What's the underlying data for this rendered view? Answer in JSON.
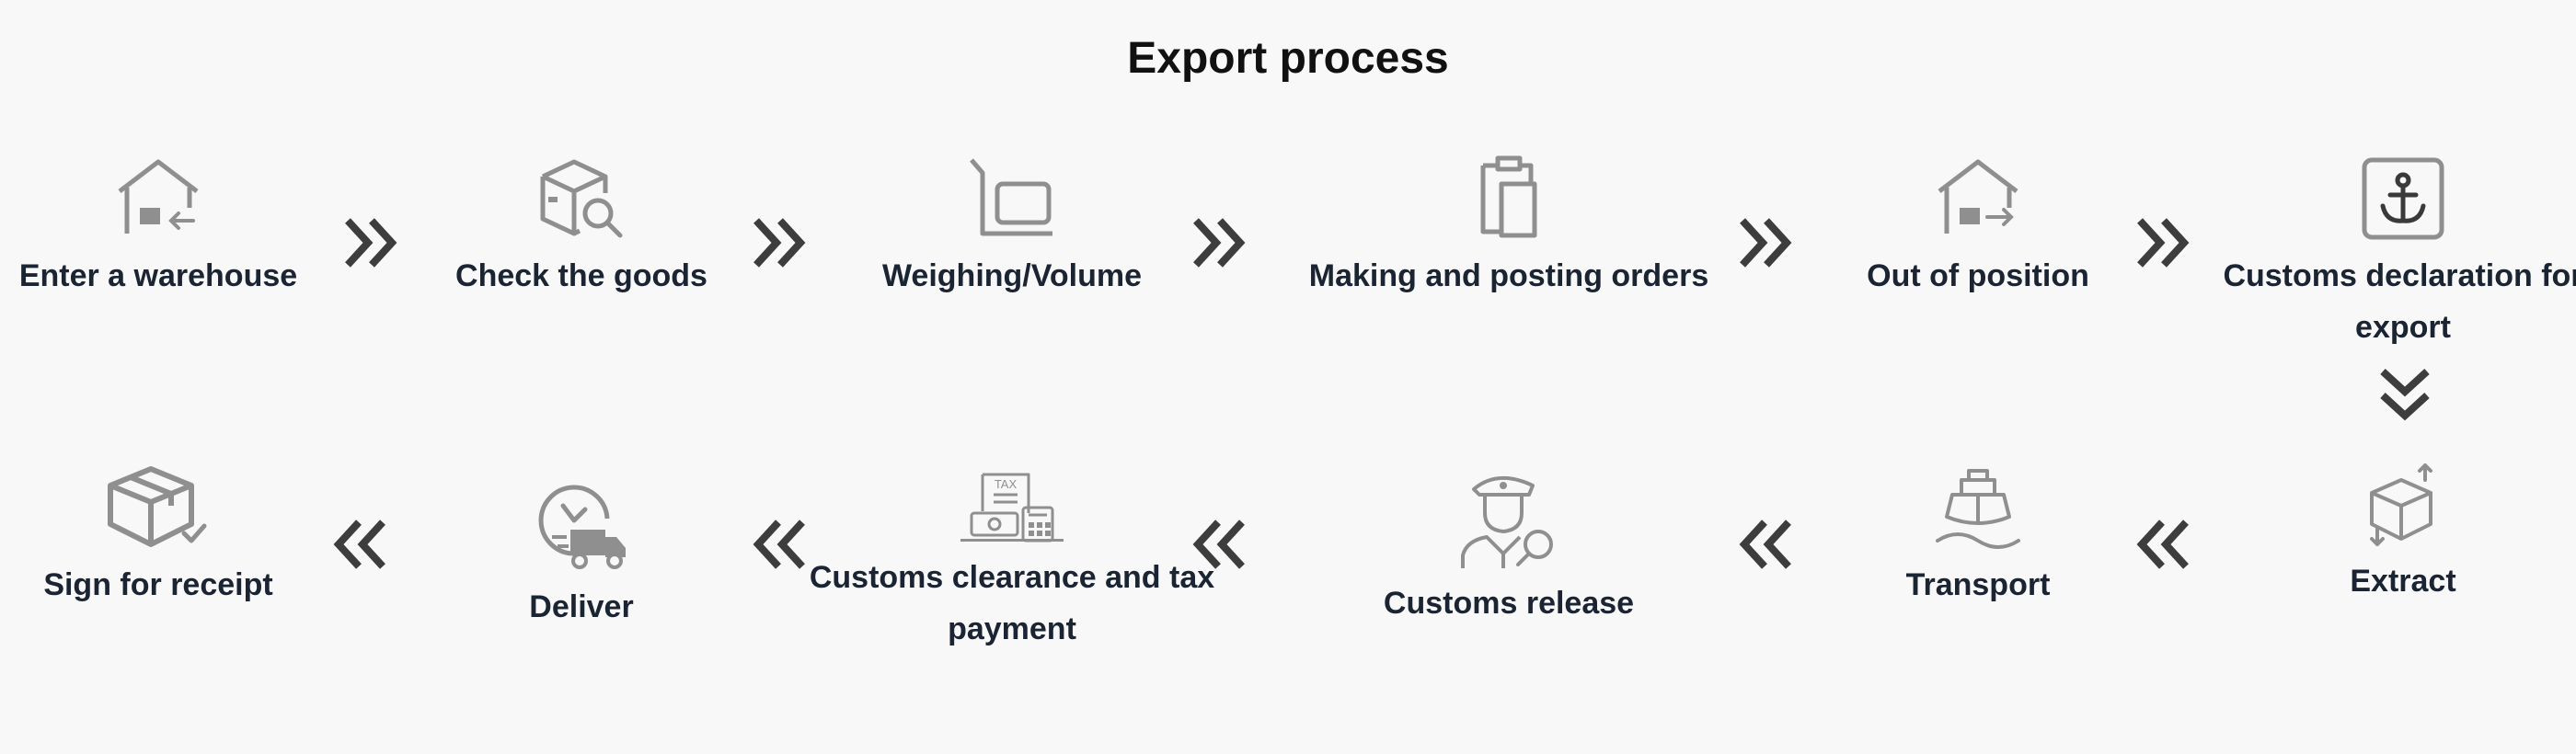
{
  "title": "Export process",
  "colors": {
    "background": "#f8f8f8",
    "title": "#111111",
    "label": "#1b2433",
    "icon": "#8f8f8f",
    "arrow": "#3d3d3d"
  },
  "steps": [
    {
      "label": "Enter a warehouse",
      "icon": "warehouse-in-icon"
    },
    {
      "label": "Check the goods",
      "icon": "box-magnifier-icon"
    },
    {
      "label": "Weighing/Volume",
      "icon": "scale-icon"
    },
    {
      "label": "Making and posting orders",
      "icon": "clipboard-documents-icon"
    },
    {
      "label": "Out of position",
      "icon": "warehouse-out-icon"
    },
    {
      "label": "Customs declaration for export",
      "icon": "anchor-icon"
    },
    {
      "label": "Extract",
      "icon": "box-arrows-icon"
    },
    {
      "label": "Transport",
      "icon": "ship-icon"
    },
    {
      "label": "Customs release",
      "icon": "customs-officer-icon"
    },
    {
      "label": "Customs clearance and tax payment",
      "icon": "tax-calculator-icon"
    },
    {
      "label": "Deliver",
      "icon": "clock-truck-icon"
    },
    {
      "label": "Sign for receipt",
      "icon": "box-check-icon"
    }
  ],
  "arrows": [
    {
      "direction": "right"
    },
    {
      "direction": "right"
    },
    {
      "direction": "right"
    },
    {
      "direction": "right"
    },
    {
      "direction": "right"
    },
    {
      "direction": "down"
    },
    {
      "direction": "left"
    },
    {
      "direction": "left"
    },
    {
      "direction": "left"
    },
    {
      "direction": "left"
    },
    {
      "direction": "left"
    }
  ]
}
